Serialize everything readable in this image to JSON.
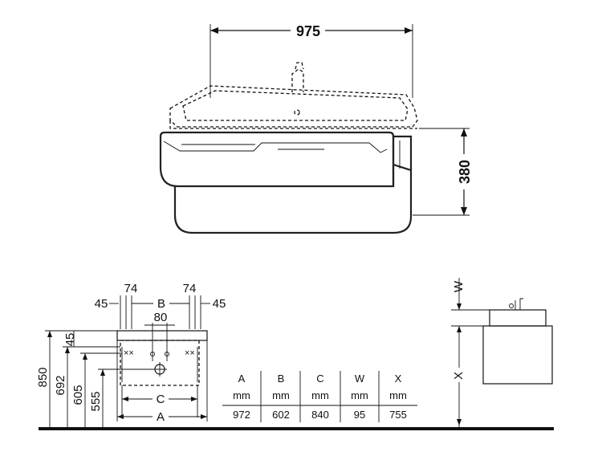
{
  "top_view": {
    "width_label": "975",
    "height_label": "380"
  },
  "front_view": {
    "left_45": "45",
    "left_74": "74",
    "label_B": "B",
    "right_74": "74",
    "right_45": "45",
    "label_80": "80",
    "h850": "850",
    "h692": "692",
    "h605": "605",
    "h555": "555",
    "top45": "45",
    "label_C": "C",
    "label_A": "A"
  },
  "table": {
    "headers": [
      "A",
      "B",
      "C",
      "W",
      "X"
    ],
    "units": [
      "mm",
      "mm",
      "mm",
      "mm",
      "mm"
    ],
    "values": [
      "972",
      "602",
      "840",
      "95",
      "755"
    ]
  },
  "side_view": {
    "label_W": "W",
    "label_X": "X"
  }
}
